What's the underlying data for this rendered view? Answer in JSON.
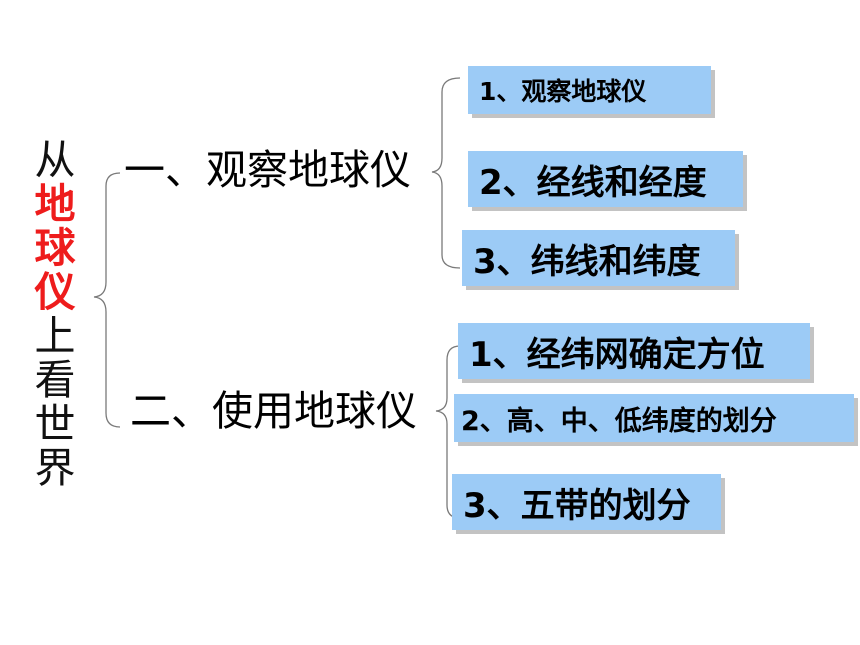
{
  "title": {
    "chars": [
      "从",
      "地",
      "球",
      "仪",
      "上",
      "看",
      "世",
      "界"
    ]
  },
  "sections": [
    {
      "heading": "一、观察地球仪",
      "items": [
        "1、观察地球仪",
        "2、经线和经度",
        "3、纬线和纬度"
      ]
    },
    {
      "heading": "二、使用地球仪",
      "items": [
        "1、经纬网确定方位",
        "2、高、中、低纬度的划分",
        "3、五带的划分"
      ]
    }
  ],
  "colors": {
    "box": "#9ccbf6",
    "highlight": "#ee1c1c",
    "bracket": "#7a7a7a"
  }
}
